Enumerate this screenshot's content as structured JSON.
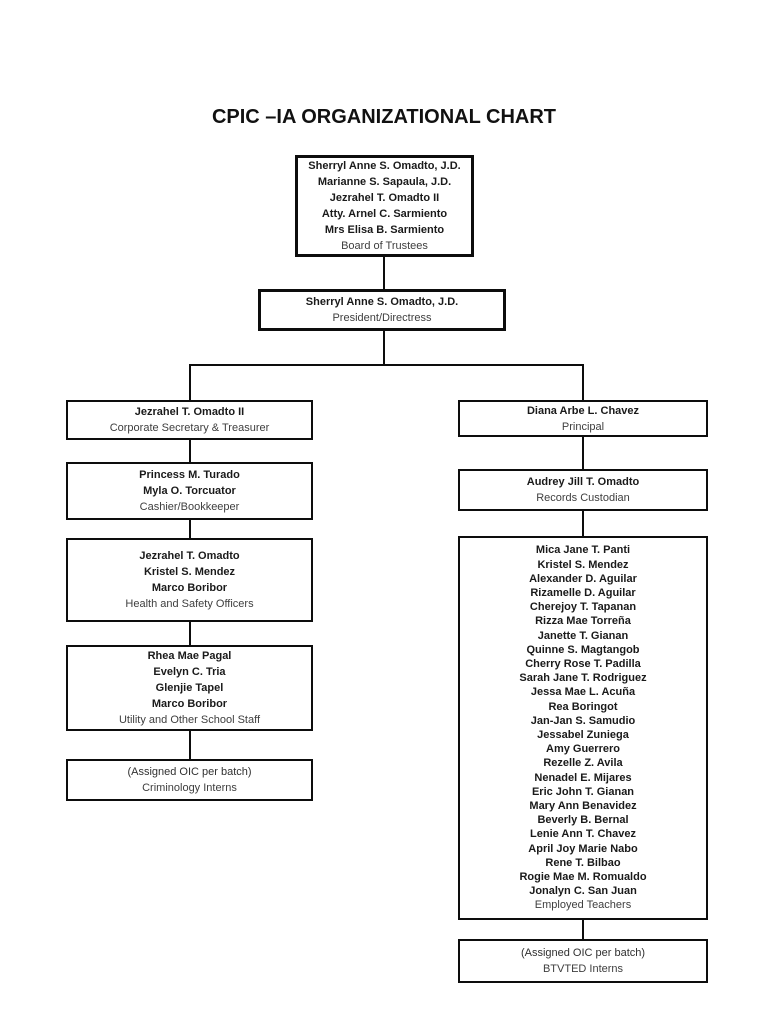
{
  "title": "CPIC –IA ORGANIZATIONAL CHART",
  "colors": {
    "line": "#0d0d0d",
    "name_text": "#1a1a1a",
    "role_text": "#3e3e3e",
    "page_background": "#ffffff"
  },
  "org": {
    "board": {
      "names": [
        "Sherryl Anne S. Omadto, J.D.",
        "Marianne S. Sapaula, J.D.",
        "Jezrahel T. Omadto II",
        "Atty. Arnel C. Sarmiento",
        "Mrs Elisa B. Sarmiento"
      ],
      "role": "Board of Trustees"
    },
    "president": {
      "names": [
        "Sherryl Anne S. Omadto, J.D."
      ],
      "role": "President/Directress"
    },
    "left": [
      {
        "names": [
          "Jezrahel T. Omadto II"
        ],
        "role": "Corporate Secretary & Treasurer"
      },
      {
        "names": [
          "Princess M. Turado",
          "Myla O. Torcuator"
        ],
        "role": "Cashier/Bookkeeper"
      },
      {
        "names": [
          "Jezrahel T. Omadto",
          "Kristel S. Mendez",
          "Marco Boribor"
        ],
        "role": "Health and Safety Officers"
      },
      {
        "names": [
          "Rhea Mae Pagal",
          "Evelyn C. Tria",
          "Glenjie Tapel",
          "Marco Boribor"
        ],
        "role": "Utility and Other School Staff"
      },
      {
        "names": [
          "(Assigned OIC per batch)"
        ],
        "role": "Criminology Interns"
      }
    ],
    "right": [
      {
        "names": [
          "Diana Arbe L. Chavez"
        ],
        "role": "Principal"
      },
      {
        "names": [
          "Audrey Jill T. Omadto"
        ],
        "role": "Records Custodian"
      },
      {
        "names": [
          "Mica Jane T. Panti",
          "Kristel S. Mendez",
          "Alexander D. Aguilar",
          "Rizamelle D. Aguilar",
          "Cherejoy T. Tapanan",
          "Rizza Mae Torreña",
          "Janette T. Gianan",
          "Quinne S. Magtangob",
          "Cherry Rose T. Padilla",
          "Sarah Jane T. Rodriguez",
          "Jessa Mae L. Acuña",
          "Rea Boringot",
          "Jan-Jan S. Samudio",
          "Jessabel Zuniega",
          "Amy Guerrero",
          "Rezelle Z. Avila",
          "Nenadel E. Mijares",
          "Eric John T. Gianan",
          "Mary Ann Benavidez",
          "Beverly B. Bernal",
          "Lenie Ann T. Chavez",
          "April Joy Marie Nabo",
          "Rene T. Bilbao",
          "Rogie Mae M. Romualdo",
          "Jonalyn C. San Juan"
        ],
        "role": "Employed Teachers"
      },
      {
        "names": [
          "(Assigned OIC per batch)"
        ],
        "role": "BTVTED Interns"
      }
    ]
  }
}
